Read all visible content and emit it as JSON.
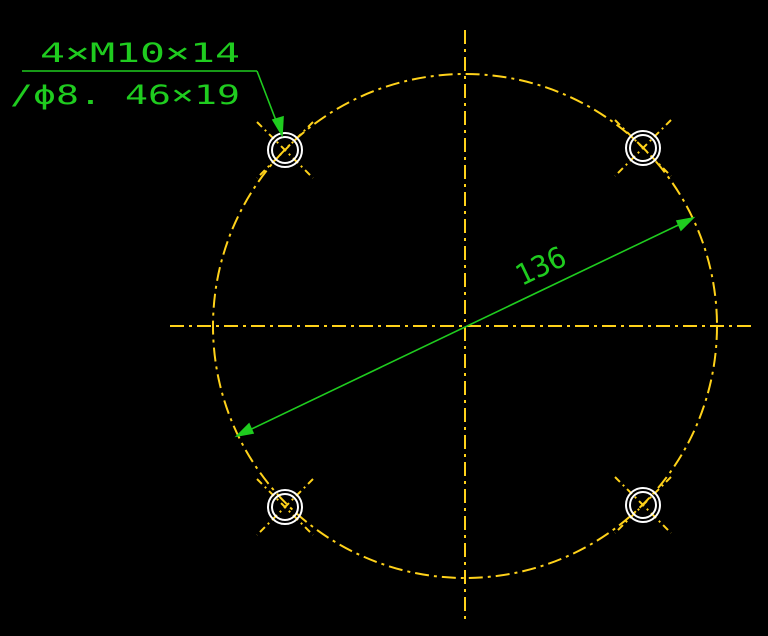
{
  "annotations": {
    "callout_line1": "4×M10×14",
    "callout_line2": "/ϕ8. 46×19",
    "diameter_dimension": "136"
  },
  "drawing": {
    "bolt_circle_diameter": 136,
    "hole_count": 4,
    "thread": "M10",
    "thread_depth": 14,
    "drill_diameter": 8.46,
    "drill_depth": 19
  },
  "colors": {
    "background": "#000000",
    "centerline": "#ffd21a",
    "dimension": "#1fcc1f",
    "hole": "#ffffff"
  }
}
